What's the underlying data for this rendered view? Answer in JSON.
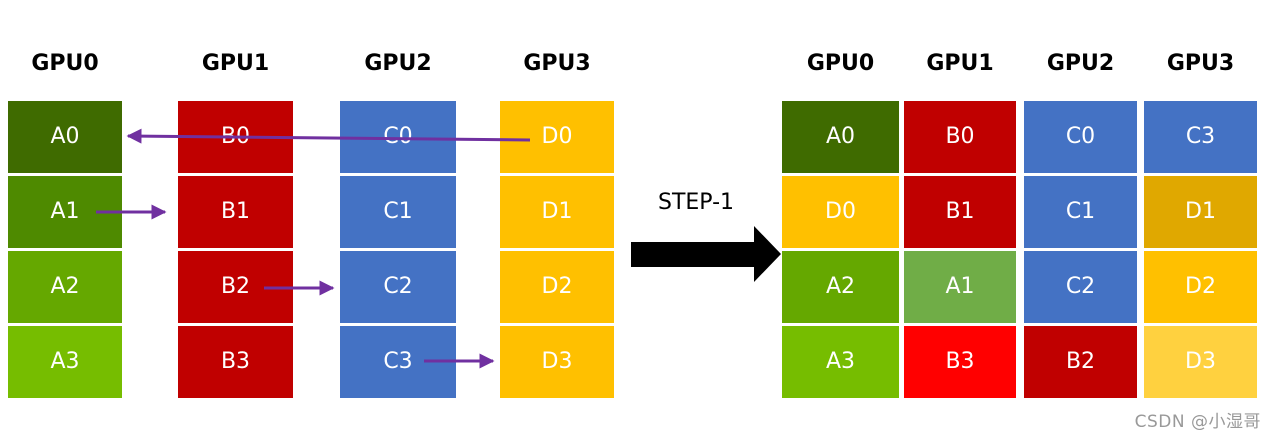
{
  "left": {
    "headers": [
      "GPU0",
      "GPU1",
      "GPU2",
      "GPU3"
    ],
    "columns": [
      {
        "cells": [
          {
            "label": "A0",
            "color": "#3f6b00"
          },
          {
            "label": "A1",
            "color": "#4e8a00"
          },
          {
            "label": "A2",
            "color": "#65a800"
          },
          {
            "label": "A3",
            "color": "#76bd00"
          }
        ]
      },
      {
        "cells": [
          {
            "label": "B0",
            "color": "#c00000"
          },
          {
            "label": "B1",
            "color": "#c00000"
          },
          {
            "label": "B2",
            "color": "#c00000"
          },
          {
            "label": "B3",
            "color": "#c00000"
          }
        ]
      },
      {
        "cells": [
          {
            "label": "C0",
            "color": "#4472c4"
          },
          {
            "label": "C1",
            "color": "#4472c4"
          },
          {
            "label": "C2",
            "color": "#4472c4"
          },
          {
            "label": "C3",
            "color": "#4472c4"
          }
        ]
      },
      {
        "cells": [
          {
            "label": "D0",
            "color": "#ffc000"
          },
          {
            "label": "D1",
            "color": "#ffc000"
          },
          {
            "label": "D2",
            "color": "#ffc000"
          },
          {
            "label": "D3",
            "color": "#ffc000"
          }
        ]
      }
    ]
  },
  "step_label": "STEP-1",
  "right": {
    "headers": [
      "GPU0",
      "GPU1",
      "GPU2",
      "GPU3"
    ],
    "columns": [
      {
        "cells": [
          {
            "label": "A0",
            "color": "#3f6b00"
          },
          {
            "label": "D0",
            "color": "#ffc000"
          },
          {
            "label": "A2",
            "color": "#65a800"
          },
          {
            "label": "A3",
            "color": "#76bd00"
          }
        ]
      },
      {
        "cells": [
          {
            "label": "B0",
            "color": "#c00000"
          },
          {
            "label": "B1",
            "color": "#c00000"
          },
          {
            "label": "A1",
            "color": "#70ad47"
          },
          {
            "label": "B3",
            "color": "#ff0000"
          }
        ]
      },
      {
        "cells": [
          {
            "label": "C0",
            "color": "#4472c4"
          },
          {
            "label": "C1",
            "color": "#4472c4"
          },
          {
            "label": "C2",
            "color": "#4472c4"
          },
          {
            "label": "B2",
            "color": "#c00000"
          }
        ]
      },
      {
        "cells": [
          {
            "label": "C3",
            "color": "#4472c4"
          },
          {
            "label": "D1",
            "color": "#e0a800"
          },
          {
            "label": "D2",
            "color": "#ffc000"
          },
          {
            "label": "D3",
            "color": "#ffd13f"
          }
        ]
      }
    ]
  },
  "transfers": [
    {
      "from": "D0",
      "to": "A0"
    },
    {
      "from": "A1",
      "to": "B1"
    },
    {
      "from": "B2",
      "to": "C2"
    },
    {
      "from": "C3",
      "to": "D3"
    }
  ],
  "colors": {
    "arrow": "#7030a0",
    "big_arrow": "#000000"
  },
  "watermark": "CSDN @小湿哥"
}
